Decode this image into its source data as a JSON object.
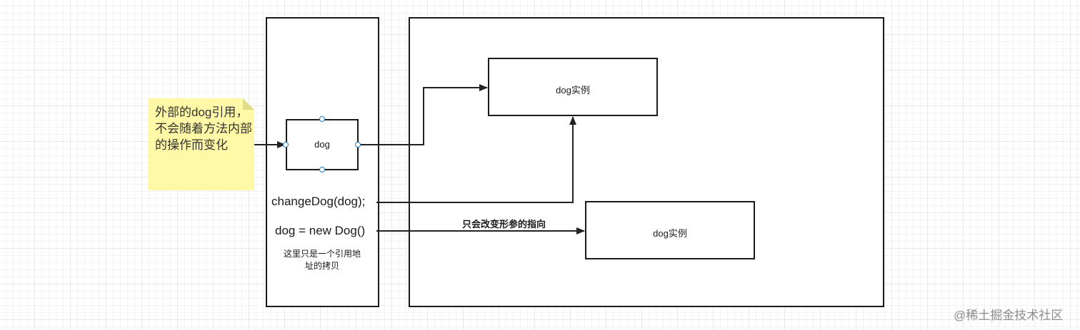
{
  "diagram": {
    "note": {
      "text": "外部的dog引用，不会随着方法内部的操作而变化"
    },
    "stack_box": {
      "dog_node": "dog",
      "call_label": "changeDog(dog);",
      "assign_label": "dog = new Dog()",
      "comment": "这里只是一个引用地址的拷贝"
    },
    "heap_box": {
      "instance_top": "dog实例",
      "instance_bottom": "dog实例"
    },
    "edge_label": "只会改变形参的指向",
    "watermark": "@稀土掘金技术社区"
  },
  "colors": {
    "note_fill": "#fff8a6",
    "note_fold": "#dedc86",
    "handle_stroke": "#1f7fc6",
    "line": "#222222"
  }
}
